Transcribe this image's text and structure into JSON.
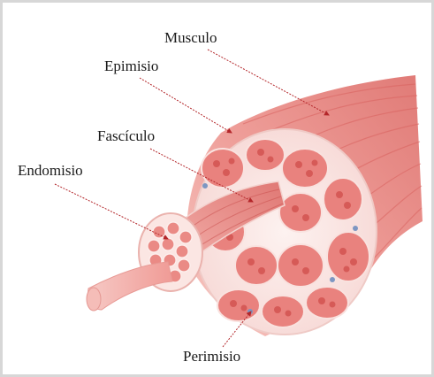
{
  "labels": {
    "musculo": "Musculo",
    "epimisio": "Epimisio",
    "fasciculo": "Fascículo",
    "endomisio": "Endomisio",
    "perimisio": "Perimisio"
  },
  "colors": {
    "muscle_light": "#f4b9b5",
    "muscle_mid": "#e98a86",
    "muscle_dark": "#d4605e",
    "connective_tissue": "#fbe9e7",
    "fiber": "#e8726f",
    "pointer_line": "#b3262a",
    "frame": "#d7d7d7"
  }
}
